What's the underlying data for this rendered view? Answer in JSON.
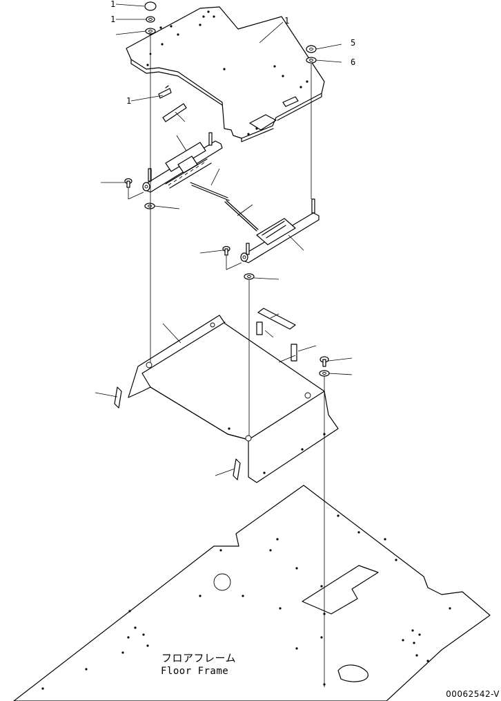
{
  "floor_frame": {
    "label_jp": "フロアフレーム",
    "label_en": "Floor Frame"
  },
  "drawing_number": "00062542-V",
  "callouts": [
    "1",
    "5",
    "6",
    "1",
    "1",
    "1"
  ],
  "colors": {
    "line": "#000000",
    "background": "#ffffff"
  }
}
